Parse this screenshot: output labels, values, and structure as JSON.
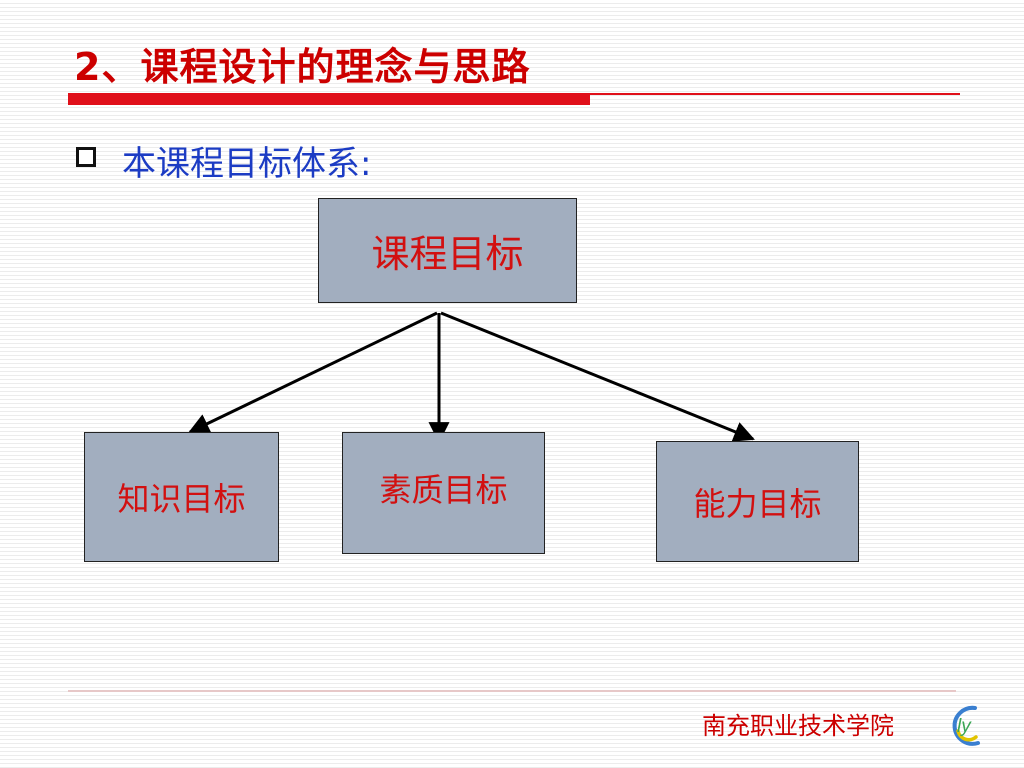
{
  "slide": {
    "title": "2、课程设计的理念与思路",
    "subtitle": "本课程目标体系:"
  },
  "diagram": {
    "root": "课程目标",
    "children": [
      "知识目标",
      "素质目标",
      "能力目标"
    ]
  },
  "footer": {
    "school": "南充职业技术学院",
    "logo_text": "ly"
  },
  "colors": {
    "title": "#cc0000",
    "subtitle": "#1c3cc4",
    "box_fill": "#a2aebf",
    "box_text": "#d21010",
    "accent_bar": "#e0101a"
  }
}
